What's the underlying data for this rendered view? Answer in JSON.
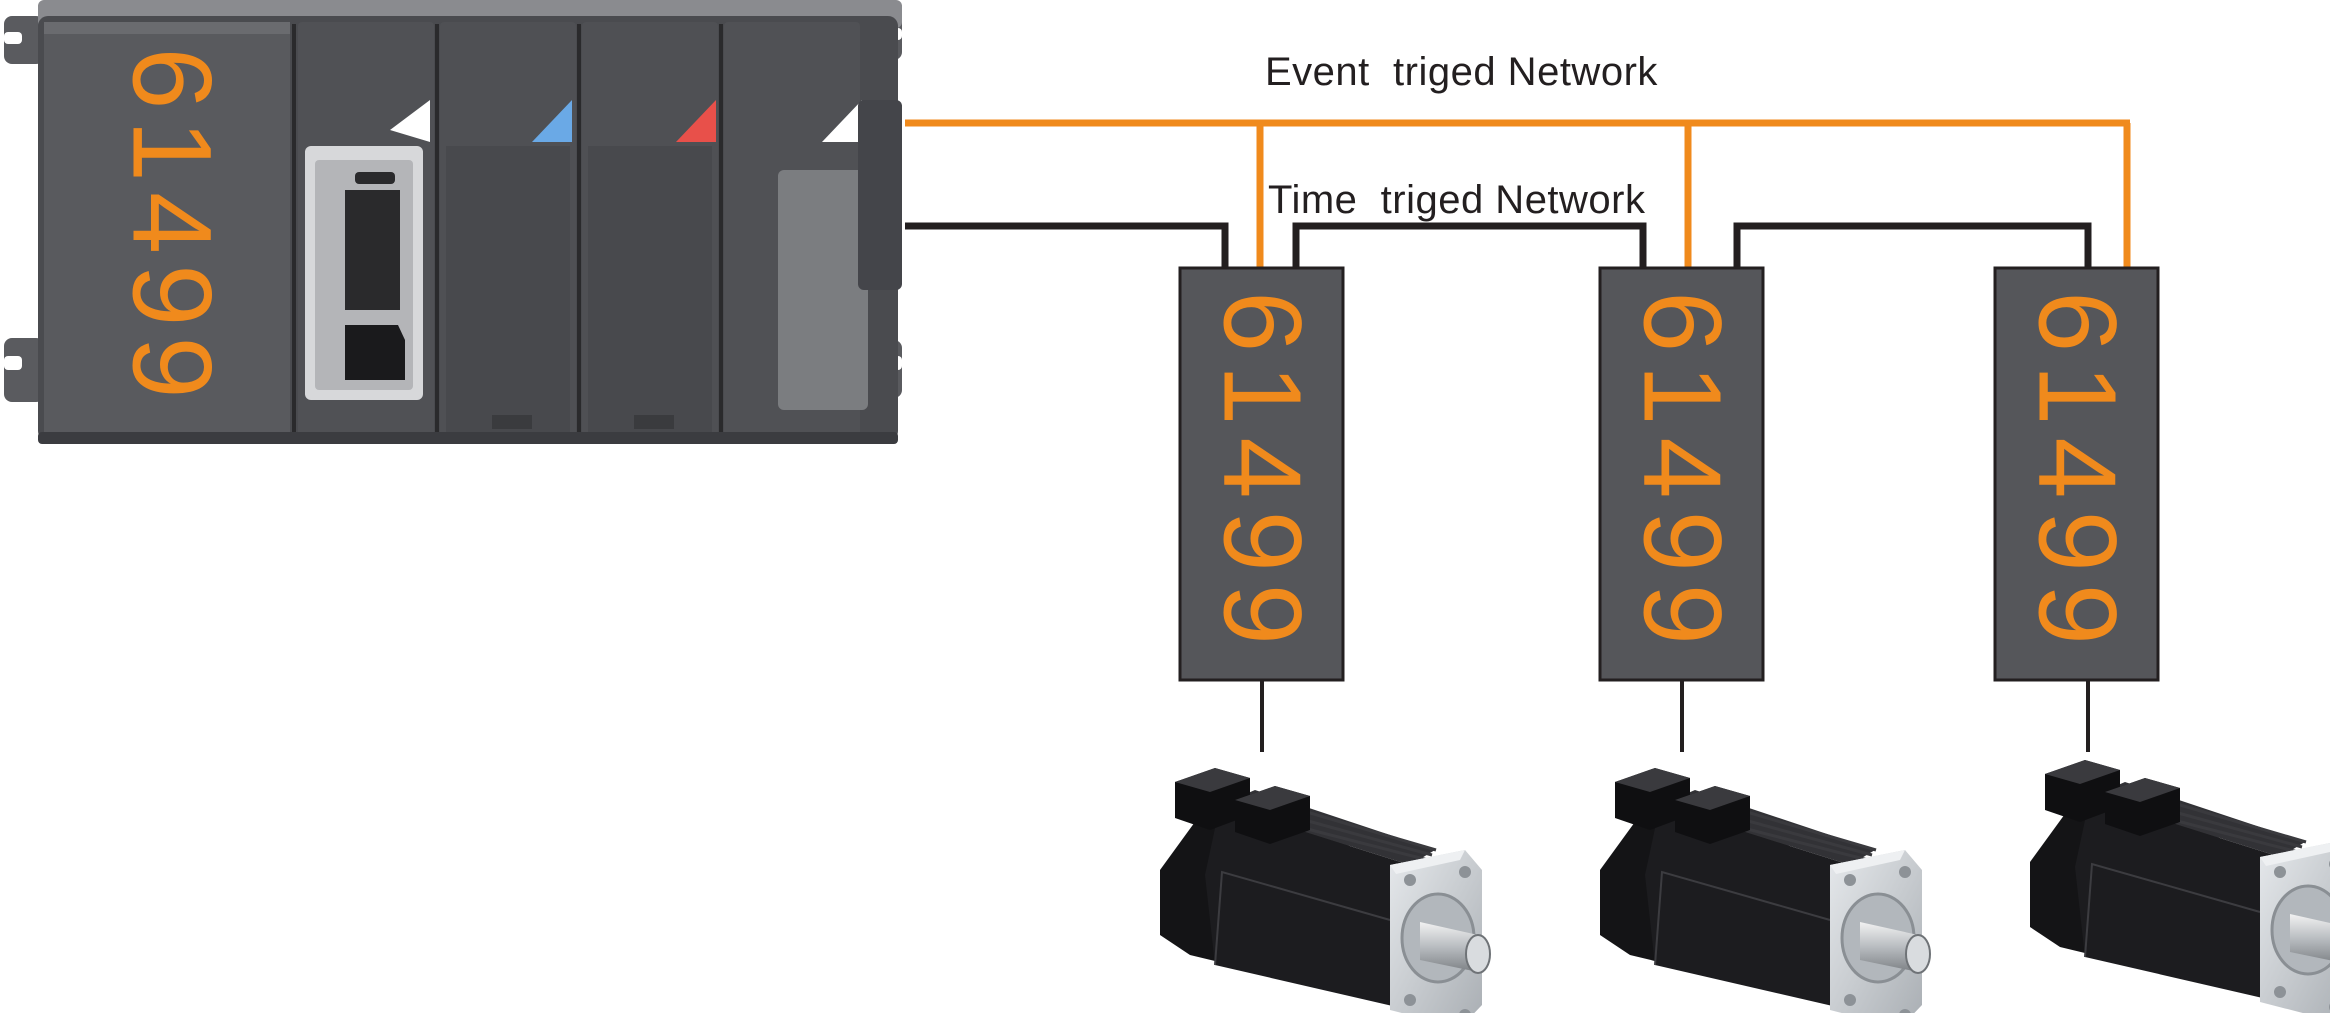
{
  "networks": {
    "event": {
      "label": "Event  triged Network",
      "color": "#f08a1c"
    },
    "time": {
      "label": "Time  triged Network",
      "color": "#231f20"
    }
  },
  "controller": {
    "code": "61499"
  },
  "drives": [
    {
      "code": "61499"
    },
    {
      "code": "61499"
    },
    {
      "code": "61499"
    }
  ],
  "colors": {
    "device_body": "#55565a",
    "code_text": "#f08a1c",
    "motor_body": "#1d1d1f",
    "motor_flange": "#c9cdd1",
    "module_accents": [
      "#ffffff",
      "#6aa9e6",
      "#e8504a"
    ]
  }
}
